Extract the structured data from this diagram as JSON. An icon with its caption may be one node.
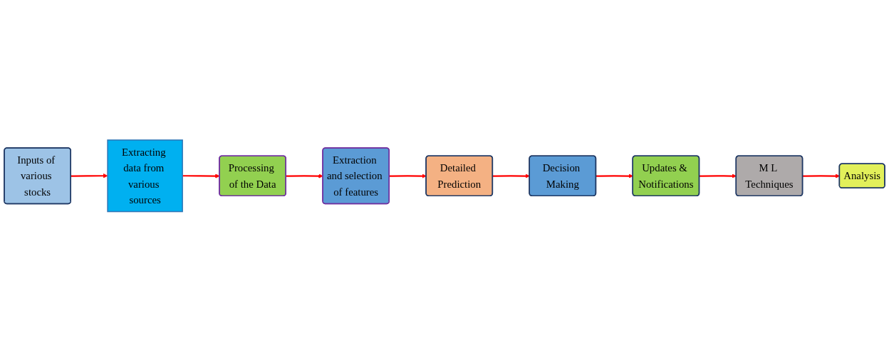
{
  "diagram": {
    "nodes": [
      {
        "text": [
          "Inputs of various stocks"
        ]
      },
      {
        "text": [
          "Extracting data from various sources"
        ]
      },
      {
        "text": [
          "Processing of the Data"
        ]
      },
      {
        "text": [
          "Extraction and selection of features"
        ]
      },
      {
        "text": [
          "Detailed Prediction"
        ]
      },
      {
        "text": [
          "Decision Making"
        ]
      },
      {
        "text": [
          "Updates & Notifications"
        ]
      },
      {
        "text": [
          "M L Techniques"
        ]
      },
      {
        "text": [
          "Analysis"
        ]
      }
    ],
    "edges": [
      {
        "from": 0,
        "to": 1,
        "arrow": "to"
      },
      {
        "from": 1,
        "to": 2,
        "arrow": "to"
      },
      {
        "from": 2,
        "to": 3,
        "arrow": "to"
      },
      {
        "from": 3,
        "to": 4,
        "arrow": "to"
      },
      {
        "from": 4,
        "to": 5,
        "arrow": "to"
      },
      {
        "from": 5,
        "to": 6,
        "arrow": "to"
      },
      {
        "from": 6,
        "to": 7,
        "arrow": "to"
      },
      {
        "from": 7,
        "to": 8,
        "arrow": "to"
      }
    ]
  }
}
